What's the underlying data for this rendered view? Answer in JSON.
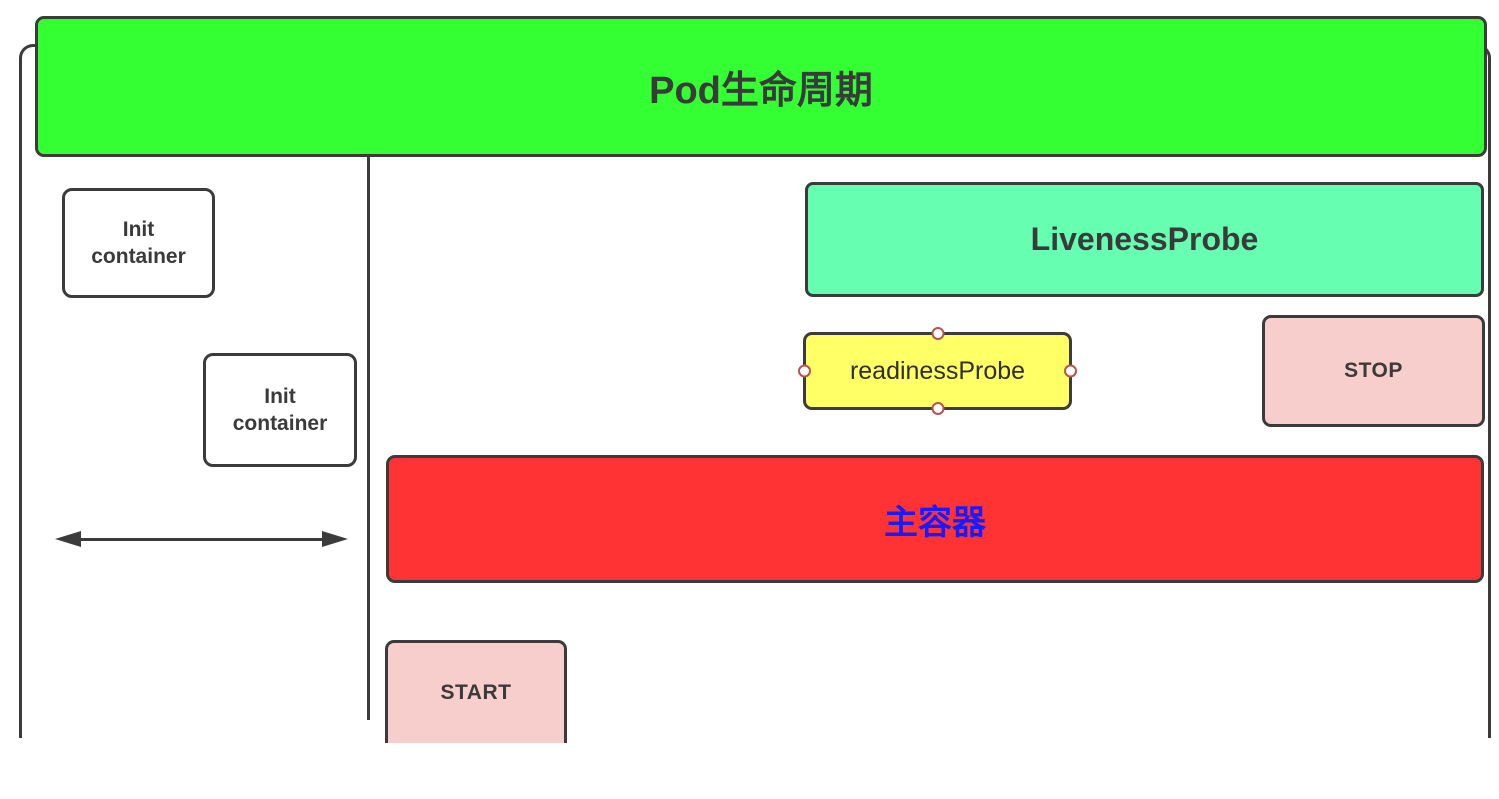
{
  "colors": {
    "banner-green": "#33ff33",
    "probe-teal": "#66ffb2",
    "probe-yellow": "#ffff66",
    "box-pink": "#f8cecc",
    "container-red": "#ff3333",
    "line-dark": "#3b3b3b",
    "text-dark": "#3a3a3a",
    "text-blue": "#1a1aff",
    "handle-stroke": "#b85450",
    "canvas-bg": "#ffffff"
  },
  "diagram": {
    "title": "Pod生命周期",
    "init_phase": {
      "init_containers": [
        {
          "lines": [
            "Init",
            "container"
          ]
        },
        {
          "lines": [
            "Init",
            "container"
          ]
        }
      ]
    },
    "main_phase": {
      "liveness_probe_label": "LivenessProbe",
      "readiness_probe_label": "readinessProbe",
      "stop_label": "STOP",
      "main_container_label": "主容器",
      "start_label": "START"
    }
  }
}
